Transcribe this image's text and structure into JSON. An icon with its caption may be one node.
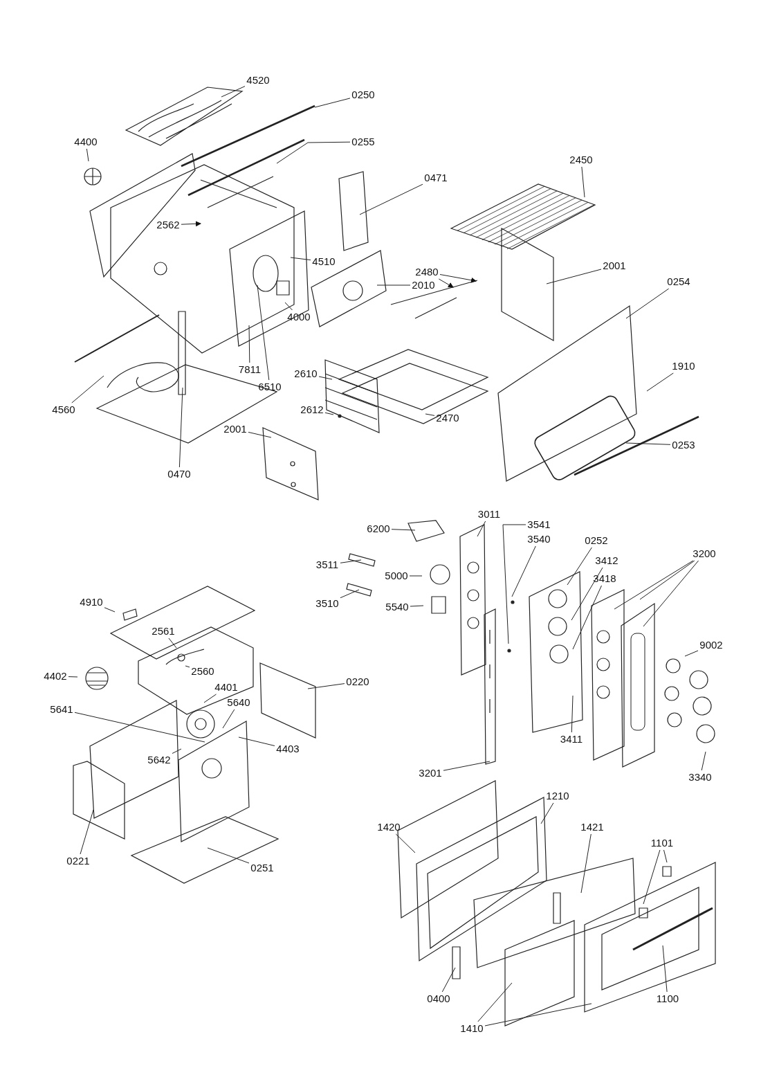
{
  "diagram": {
    "nodes": [
      {
        "text": [
          "4520"
        ]
      },
      {
        "text": [
          "0250"
        ]
      },
      {
        "text": [
          "0255"
        ]
      },
      {
        "text": [
          "4400"
        ]
      },
      {
        "text": [
          "2450"
        ]
      },
      {
        "text": [
          "0471"
        ]
      },
      {
        "text": [
          "2562"
        ]
      },
      {
        "text": [
          "4510"
        ]
      },
      {
        "text": [
          "2001"
        ]
      },
      {
        "text": [
          "2480"
        ]
      },
      {
        "text": [
          "2010"
        ]
      },
      {
        "text": [
          "0254"
        ]
      },
      {
        "text": [
          "4000"
        ]
      },
      {
        "text": [
          "1910"
        ]
      },
      {
        "text": [
          "7811"
        ]
      },
      {
        "text": [
          "6510"
        ]
      },
      {
        "text": [
          "2610"
        ]
      },
      {
        "text": [
          "4560"
        ]
      },
      {
        "text": [
          "2612"
        ]
      },
      {
        "text": [
          "2470"
        ]
      },
      {
        "text": [
          "2001"
        ]
      },
      {
        "text": [
          "0253"
        ]
      },
      {
        "text": [
          "0470"
        ]
      },
      {
        "text": [
          "3011"
        ]
      },
      {
        "text": [
          "6200"
        ]
      },
      {
        "text": [
          "3541"
        ]
      },
      {
        "text": [
          "3540"
        ]
      },
      {
        "text": [
          "0252"
        ]
      },
      {
        "text": [
          "3412"
        ]
      },
      {
        "text": [
          "3200"
        ]
      },
      {
        "text": [
          "3511"
        ]
      },
      {
        "text": [
          "3418"
        ]
      },
      {
        "text": [
          "5000"
        ]
      },
      {
        "text": [
          "3510"
        ]
      },
      {
        "text": [
          "5540"
        ]
      },
      {
        "text": [
          "9002"
        ]
      },
      {
        "text": [
          "3411"
        ]
      },
      {
        "text": [
          "3340"
        ]
      },
      {
        "text": [
          "3201"
        ]
      },
      {
        "text": [
          "4910"
        ]
      },
      {
        "text": [
          "2561"
        ]
      },
      {
        "text": [
          "2560"
        ]
      },
      {
        "text": [
          "4402"
        ]
      },
      {
        "text": [
          "0220"
        ]
      },
      {
        "text": [
          "4401"
        ]
      },
      {
        "text": [
          "5641"
        ]
      },
      {
        "text": [
          "5640"
        ]
      },
      {
        "text": [
          "4403"
        ]
      },
      {
        "text": [
          "5642"
        ]
      },
      {
        "text": [
          "0221"
        ]
      },
      {
        "text": [
          "0251"
        ]
      },
      {
        "text": [
          "1210"
        ]
      },
      {
        "text": [
          "1420"
        ]
      },
      {
        "text": [
          "1421"
        ]
      },
      {
        "text": [
          "1101"
        ]
      },
      {
        "text": [
          "0400"
        ]
      },
      {
        "text": [
          "1100"
        ]
      },
      {
        "text": [
          "1410"
        ]
      }
    ],
    "edges": [
      {
        "from": 0,
        "to": null,
        "arrow": "none"
      },
      {
        "from": 1,
        "to": null,
        "arrow": "none"
      },
      {
        "from": 2,
        "to": null,
        "arrow": "none"
      },
      {
        "from": 3,
        "to": null,
        "arrow": "none"
      },
      {
        "from": 4,
        "to": null,
        "arrow": "none"
      },
      {
        "from": 5,
        "to": null,
        "arrow": "none"
      },
      {
        "from": 6,
        "to": null,
        "arrow": "to"
      },
      {
        "from": 7,
        "to": null,
        "arrow": "none"
      },
      {
        "from": 8,
        "to": null,
        "arrow": "none"
      },
      {
        "from": 9,
        "to": null,
        "arrow": "to"
      },
      {
        "from": 9,
        "to": null,
        "arrow": "to"
      },
      {
        "from": 10,
        "to": null,
        "arrow": "none"
      },
      {
        "from": 11,
        "to": null,
        "arrow": "none"
      },
      {
        "from": 12,
        "to": null,
        "arrow": "none"
      },
      {
        "from": 13,
        "to": null,
        "arrow": "none"
      },
      {
        "from": 14,
        "to": null,
        "arrow": "none"
      },
      {
        "from": 15,
        "to": null,
        "arrow": "none"
      },
      {
        "from": 16,
        "to": null,
        "arrow": "none"
      },
      {
        "from": 17,
        "to": null,
        "arrow": "none"
      },
      {
        "from": 18,
        "to": null,
        "arrow": "none"
      },
      {
        "from": 19,
        "to": null,
        "arrow": "none"
      },
      {
        "from": 20,
        "to": null,
        "arrow": "none"
      },
      {
        "from": 21,
        "to": null,
        "arrow": "none"
      },
      {
        "from": 22,
        "to": null,
        "arrow": "none"
      },
      {
        "from": 23,
        "to": null,
        "arrow": "none"
      },
      {
        "from": 24,
        "to": null,
        "arrow": "none"
      },
      {
        "from": 25,
        "to": null,
        "arrow": "none"
      },
      {
        "from": 26,
        "to": null,
        "arrow": "none"
      },
      {
        "from": 27,
        "to": null,
        "arrow": "none"
      },
      {
        "from": 28,
        "to": null,
        "arrow": "none"
      },
      {
        "from": 29,
        "to": null,
        "arrow": "none"
      },
      {
        "from": 29,
        "to": null,
        "arrow": "none"
      },
      {
        "from": 29,
        "to": null,
        "arrow": "none"
      },
      {
        "from": 30,
        "to": null,
        "arrow": "none"
      },
      {
        "from": 31,
        "to": null,
        "arrow": "none"
      },
      {
        "from": 32,
        "to": null,
        "arrow": "none"
      },
      {
        "from": 33,
        "to": null,
        "arrow": "none"
      },
      {
        "from": 34,
        "to": null,
        "arrow": "none"
      },
      {
        "from": 35,
        "to": null,
        "arrow": "none"
      },
      {
        "from": 36,
        "to": null,
        "arrow": "none"
      },
      {
        "from": 37,
        "to": null,
        "arrow": "none"
      },
      {
        "from": 38,
        "to": null,
        "arrow": "none"
      },
      {
        "from": 39,
        "to": null,
        "arrow": "none"
      },
      {
        "from": 40,
        "to": null,
        "arrow": "none"
      },
      {
        "from": 41,
        "to": null,
        "arrow": "none"
      },
      {
        "from": 42,
        "to": null,
        "arrow": "none"
      },
      {
        "from": 43,
        "to": null,
        "arrow": "none"
      },
      {
        "from": 44,
        "to": null,
        "arrow": "none"
      },
      {
        "from": 45,
        "to": null,
        "arrow": "none"
      },
      {
        "from": 46,
        "to": null,
        "arrow": "none"
      },
      {
        "from": 47,
        "to": null,
        "arrow": "none"
      },
      {
        "from": 48,
        "to": null,
        "arrow": "none"
      },
      {
        "from": 49,
        "to": null,
        "arrow": "none"
      },
      {
        "from": 50,
        "to": null,
        "arrow": "none"
      },
      {
        "from": 51,
        "to": null,
        "arrow": "none"
      },
      {
        "from": 52,
        "to": null,
        "arrow": "none"
      },
      {
        "from": 53,
        "to": null,
        "arrow": "none"
      },
      {
        "from": 54,
        "to": null,
        "arrow": "none"
      },
      {
        "from": 54,
        "to": null,
        "arrow": "none"
      },
      {
        "from": 55,
        "to": null,
        "arrow": "none"
      },
      {
        "from": 56,
        "to": null,
        "arrow": "none"
      },
      {
        "from": 57,
        "to": null,
        "arrow": "none"
      },
      {
        "from": 57,
        "to": null,
        "arrow": "none"
      }
    ]
  }
}
